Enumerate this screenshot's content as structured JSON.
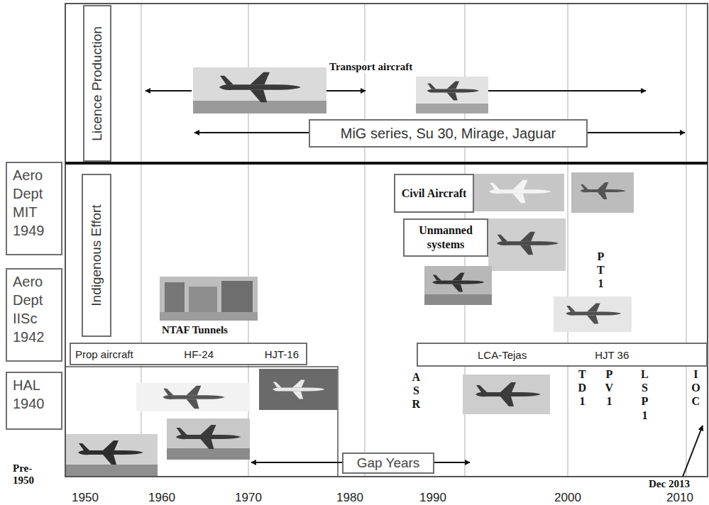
{
  "diagram": {
    "nodes": [
      {
        "text": [
          "Licence Production"
        ]
      },
      {
        "text": [
          "MiG series, Su 30, Mirage, Jaguar"
        ]
      },
      {
        "text": [
          "Aero Dept MIT 1949"
        ]
      },
      {
        "text": [
          "Indigenous Effort"
        ]
      },
      {
        "text": [
          "Civil Aircraft"
        ]
      },
      {
        "text": [
          "Unmanned systems"
        ]
      },
      {
        "text": [
          "Aero Dept IISc 1942"
        ]
      },
      {
        "text": [
          "Prop aircraft",
          "HF-24",
          "HJT-16"
        ]
      },
      {
        "text": [
          "LCA-Tejas",
          "HJT 36"
        ]
      },
      {
        "text": [
          "HAL 1940"
        ]
      },
      {
        "text": [
          "Gap Years"
        ]
      }
    ],
    "labels": [
      "Transport aircraft",
      "PT1",
      "NTAF Tunnels",
      "ASR",
      "TD1",
      "PV1",
      "LSP1",
      "IOC",
      "Pre-1950",
      "Dec 2013",
      "1950",
      "1960",
      "1970",
      "1980",
      "1990",
      "2000",
      "2010"
    ]
  }
}
